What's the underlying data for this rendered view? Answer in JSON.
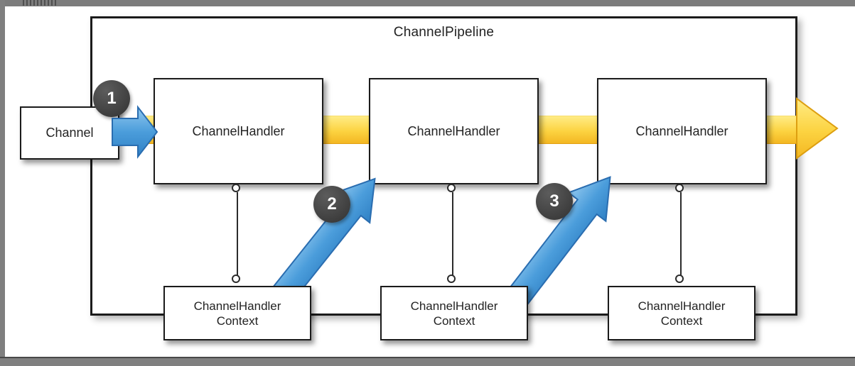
{
  "diagram": {
    "title": "ChannelPipeline",
    "channel_label": "Channel",
    "handlers": [
      {
        "label": "ChannelHandler"
      },
      {
        "label": "ChannelHandler"
      },
      {
        "label": "ChannelHandler"
      }
    ],
    "contexts": [
      {
        "line1": "ChannelHandler",
        "line2": "Context"
      },
      {
        "line1": "ChannelHandler",
        "line2": "Context"
      },
      {
        "line1": "ChannelHandler",
        "line2": "Context"
      }
    ],
    "step_badges": [
      "1",
      "2",
      "3"
    ],
    "colors": {
      "flow_arrow_yellow": "#fcd341",
      "event_arrow_blue": "#4b9ddb",
      "badge_gray": "#3b3b3b",
      "box_border": "#1b1b1b",
      "frame_gray": "#7c7c7c"
    }
  }
}
